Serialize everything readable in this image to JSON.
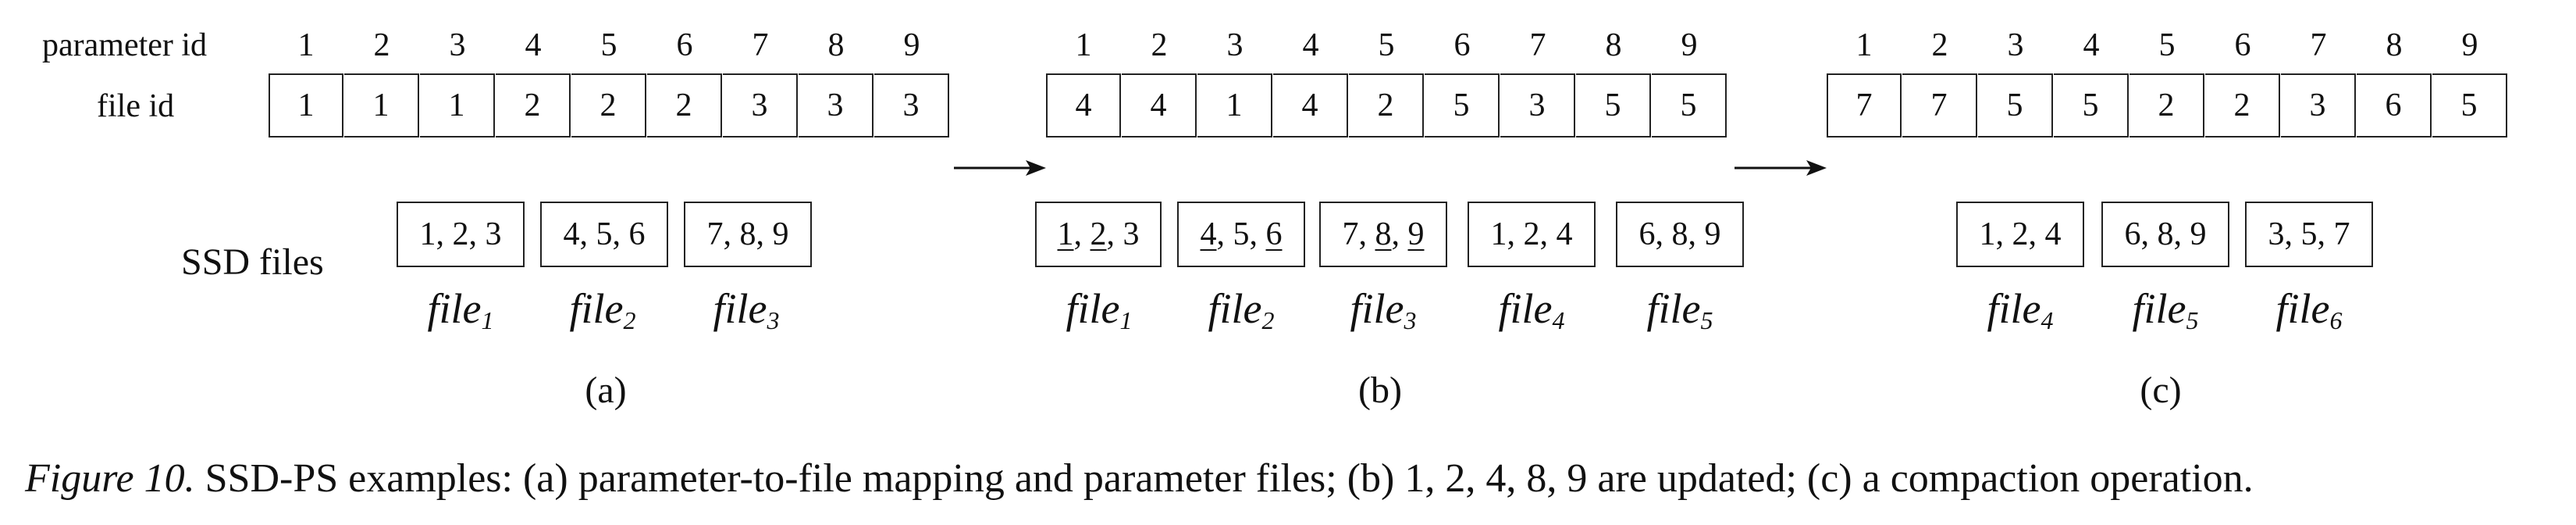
{
  "row_labels": {
    "parameter_id": "parameter id",
    "file_id": "file id"
  },
  "parameter_ids": [
    "1",
    "2",
    "3",
    "4",
    "5",
    "6",
    "7",
    "8",
    "9"
  ],
  "panels": [
    {
      "label": "(a)",
      "file_ids": [
        "1",
        "1",
        "1",
        "2",
        "2",
        "2",
        "3",
        "3",
        "3"
      ],
      "files": [
        {
          "content": [
            {
              "t": "1"
            },
            {
              "t": ", "
            },
            {
              "t": "2"
            },
            {
              "t": ", "
            },
            {
              "t": "3"
            }
          ],
          "name": "file",
          "sub": "1"
        },
        {
          "content": [
            {
              "t": "4"
            },
            {
              "t": ", "
            },
            {
              "t": "5"
            },
            {
              "t": ", "
            },
            {
              "t": "6"
            }
          ],
          "name": "file",
          "sub": "2"
        },
        {
          "content": [
            {
              "t": "7"
            },
            {
              "t": ", "
            },
            {
              "t": "8"
            },
            {
              "t": ", "
            },
            {
              "t": "9"
            }
          ],
          "name": "file",
          "sub": "3"
        }
      ]
    },
    {
      "label": "(b)",
      "file_ids": [
        "4",
        "4",
        "1",
        "4",
        "2",
        "5",
        "3",
        "5",
        "5"
      ],
      "files": [
        {
          "content": [
            {
              "t": "1",
              "u": true
            },
            {
              "t": ", "
            },
            {
              "t": "2",
              "u": true
            },
            {
              "t": ", "
            },
            {
              "t": "3"
            }
          ],
          "name": "file",
          "sub": "1"
        },
        {
          "content": [
            {
              "t": "4",
              "u": true
            },
            {
              "t": ", "
            },
            {
              "t": "5"
            },
            {
              "t": ", "
            },
            {
              "t": "6",
              "u": true
            }
          ],
          "name": "file",
          "sub": "2"
        },
        {
          "content": [
            {
              "t": "7"
            },
            {
              "t": ", "
            },
            {
              "t": "8",
              "u": true
            },
            {
              "t": ", "
            },
            {
              "t": "9",
              "u": true
            }
          ],
          "name": "file",
          "sub": "3"
        },
        {
          "content": [
            {
              "t": "1"
            },
            {
              "t": ", "
            },
            {
              "t": "2"
            },
            {
              "t": ", "
            },
            {
              "t": "4"
            }
          ],
          "name": "file",
          "sub": "4"
        },
        {
          "content": [
            {
              "t": "6"
            },
            {
              "t": ", "
            },
            {
              "t": "8"
            },
            {
              "t": ", "
            },
            {
              "t": "9"
            }
          ],
          "name": "file",
          "sub": "5"
        }
      ]
    },
    {
      "label": "(c)",
      "file_ids": [
        "7",
        "7",
        "5",
        "5",
        "2",
        "2",
        "3",
        "6",
        "5"
      ],
      "files": [
        {
          "content": [
            {
              "t": "1"
            },
            {
              "t": ", "
            },
            {
              "t": "2"
            },
            {
              "t": ", "
            },
            {
              "t": "4"
            }
          ],
          "name": "file",
          "sub": "4"
        },
        {
          "content": [
            {
              "t": "6"
            },
            {
              "t": ", "
            },
            {
              "t": "8"
            },
            {
              "t": ", "
            },
            {
              "t": "9"
            }
          ],
          "name": "file",
          "sub": "5"
        },
        {
          "content": [
            {
              "t": "3"
            },
            {
              "t": ", "
            },
            {
              "t": "5"
            },
            {
              "t": ", "
            },
            {
              "t": "7"
            }
          ],
          "name": "file",
          "sub": "6"
        }
      ]
    }
  ],
  "ssd_label": "SSD files",
  "caption": {
    "prefix": "Figure 10.",
    "text": " SSD-PS examples: (a) parameter-to-file mapping and parameter files; (b) 1, 2, 4, 8, 9 are updated; (c) a compaction operation."
  }
}
